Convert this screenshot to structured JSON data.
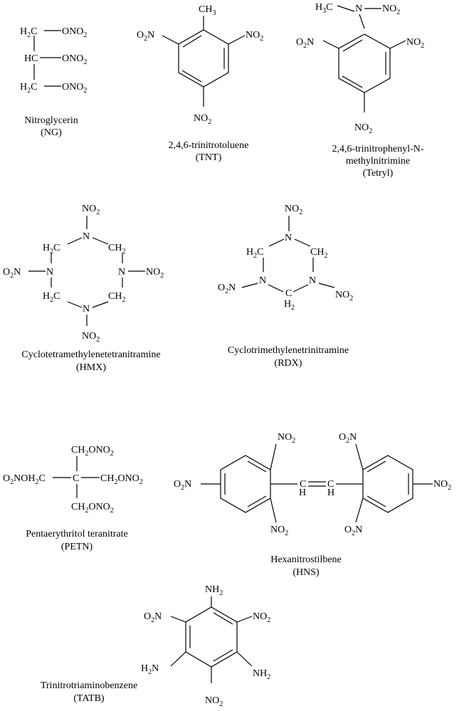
{
  "molecules": [
    {
      "key": "ng",
      "name": "Nitroglycerin",
      "abbr": "(NG)"
    },
    {
      "key": "tnt",
      "name": "2,4,6-trinitrotoluene",
      "abbr": "(TNT)"
    },
    {
      "key": "tetryl",
      "name_line1": "2,4,6-trinitrophenyl-N-",
      "name_line2": "methylnitrimine",
      "abbr": "(Tetryl)"
    },
    {
      "key": "hmx",
      "name": "Cyclotetramethylenetetranitramine",
      "abbr": "(HMX)"
    },
    {
      "key": "rdx",
      "name": "Cyclotrimethylenetrinitramine",
      "abbr": "(RDX)"
    },
    {
      "key": "petn",
      "name": "Pentaerythritol teranitrate",
      "abbr": "(PETN)"
    },
    {
      "key": "hns",
      "name": "Hexanitrostilbene",
      "abbr": "(HNS)"
    },
    {
      "key": "tatb",
      "name": "Trinitrotriaminobenzene",
      "abbr": "(TATB)"
    }
  ],
  "atom_labels": {
    "h2c": "H2C",
    "hc": "HC",
    "ono2": "ONO2",
    "ch3": "CH3",
    "no2": "NO2",
    "o2n": "O2N",
    "h3c": "H3C",
    "n": "N",
    "ch2": "CH2",
    "h2": "H2",
    "c": "C",
    "h": "H",
    "ch2ono2": "CH2ONO2",
    "o2noh2c": "O2NOH2C",
    "nh2": "NH2",
    "h2n": "H2N"
  }
}
